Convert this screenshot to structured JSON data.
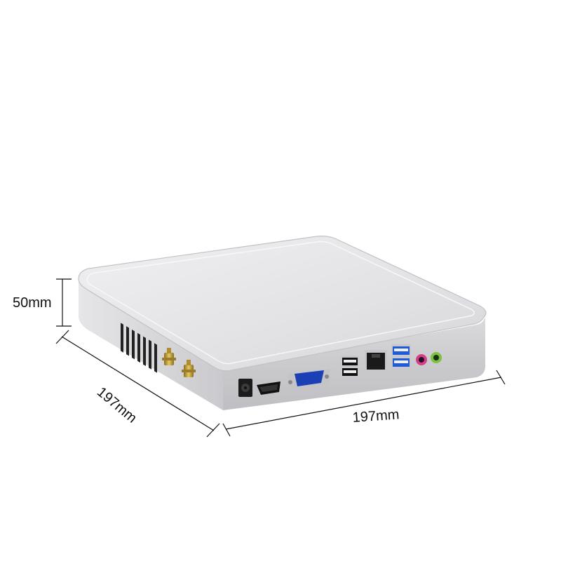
{
  "product": {
    "name": "",
    "dimensions": {
      "height": "50mm",
      "width": "197mm",
      "depth": "197mm"
    }
  },
  "colors": {
    "body_top": "#e4e4e6",
    "body_side": "#cfcfd2",
    "vent": "#222222",
    "vga_port": "#1b3fb5",
    "usb3_port": "#1d5bd8",
    "audio_mic": "#d43f8d",
    "audio_line": "#7cc242",
    "antenna": "#c9a63a"
  },
  "ports": [
    {
      "name": "dc-power-jack"
    },
    {
      "name": "hdmi-port"
    },
    {
      "name": "vga-port"
    },
    {
      "name": "usb2-ports"
    },
    {
      "name": "ethernet-port"
    },
    {
      "name": "usb3-ports"
    },
    {
      "name": "mic-jack"
    },
    {
      "name": "line-out-jack"
    }
  ]
}
